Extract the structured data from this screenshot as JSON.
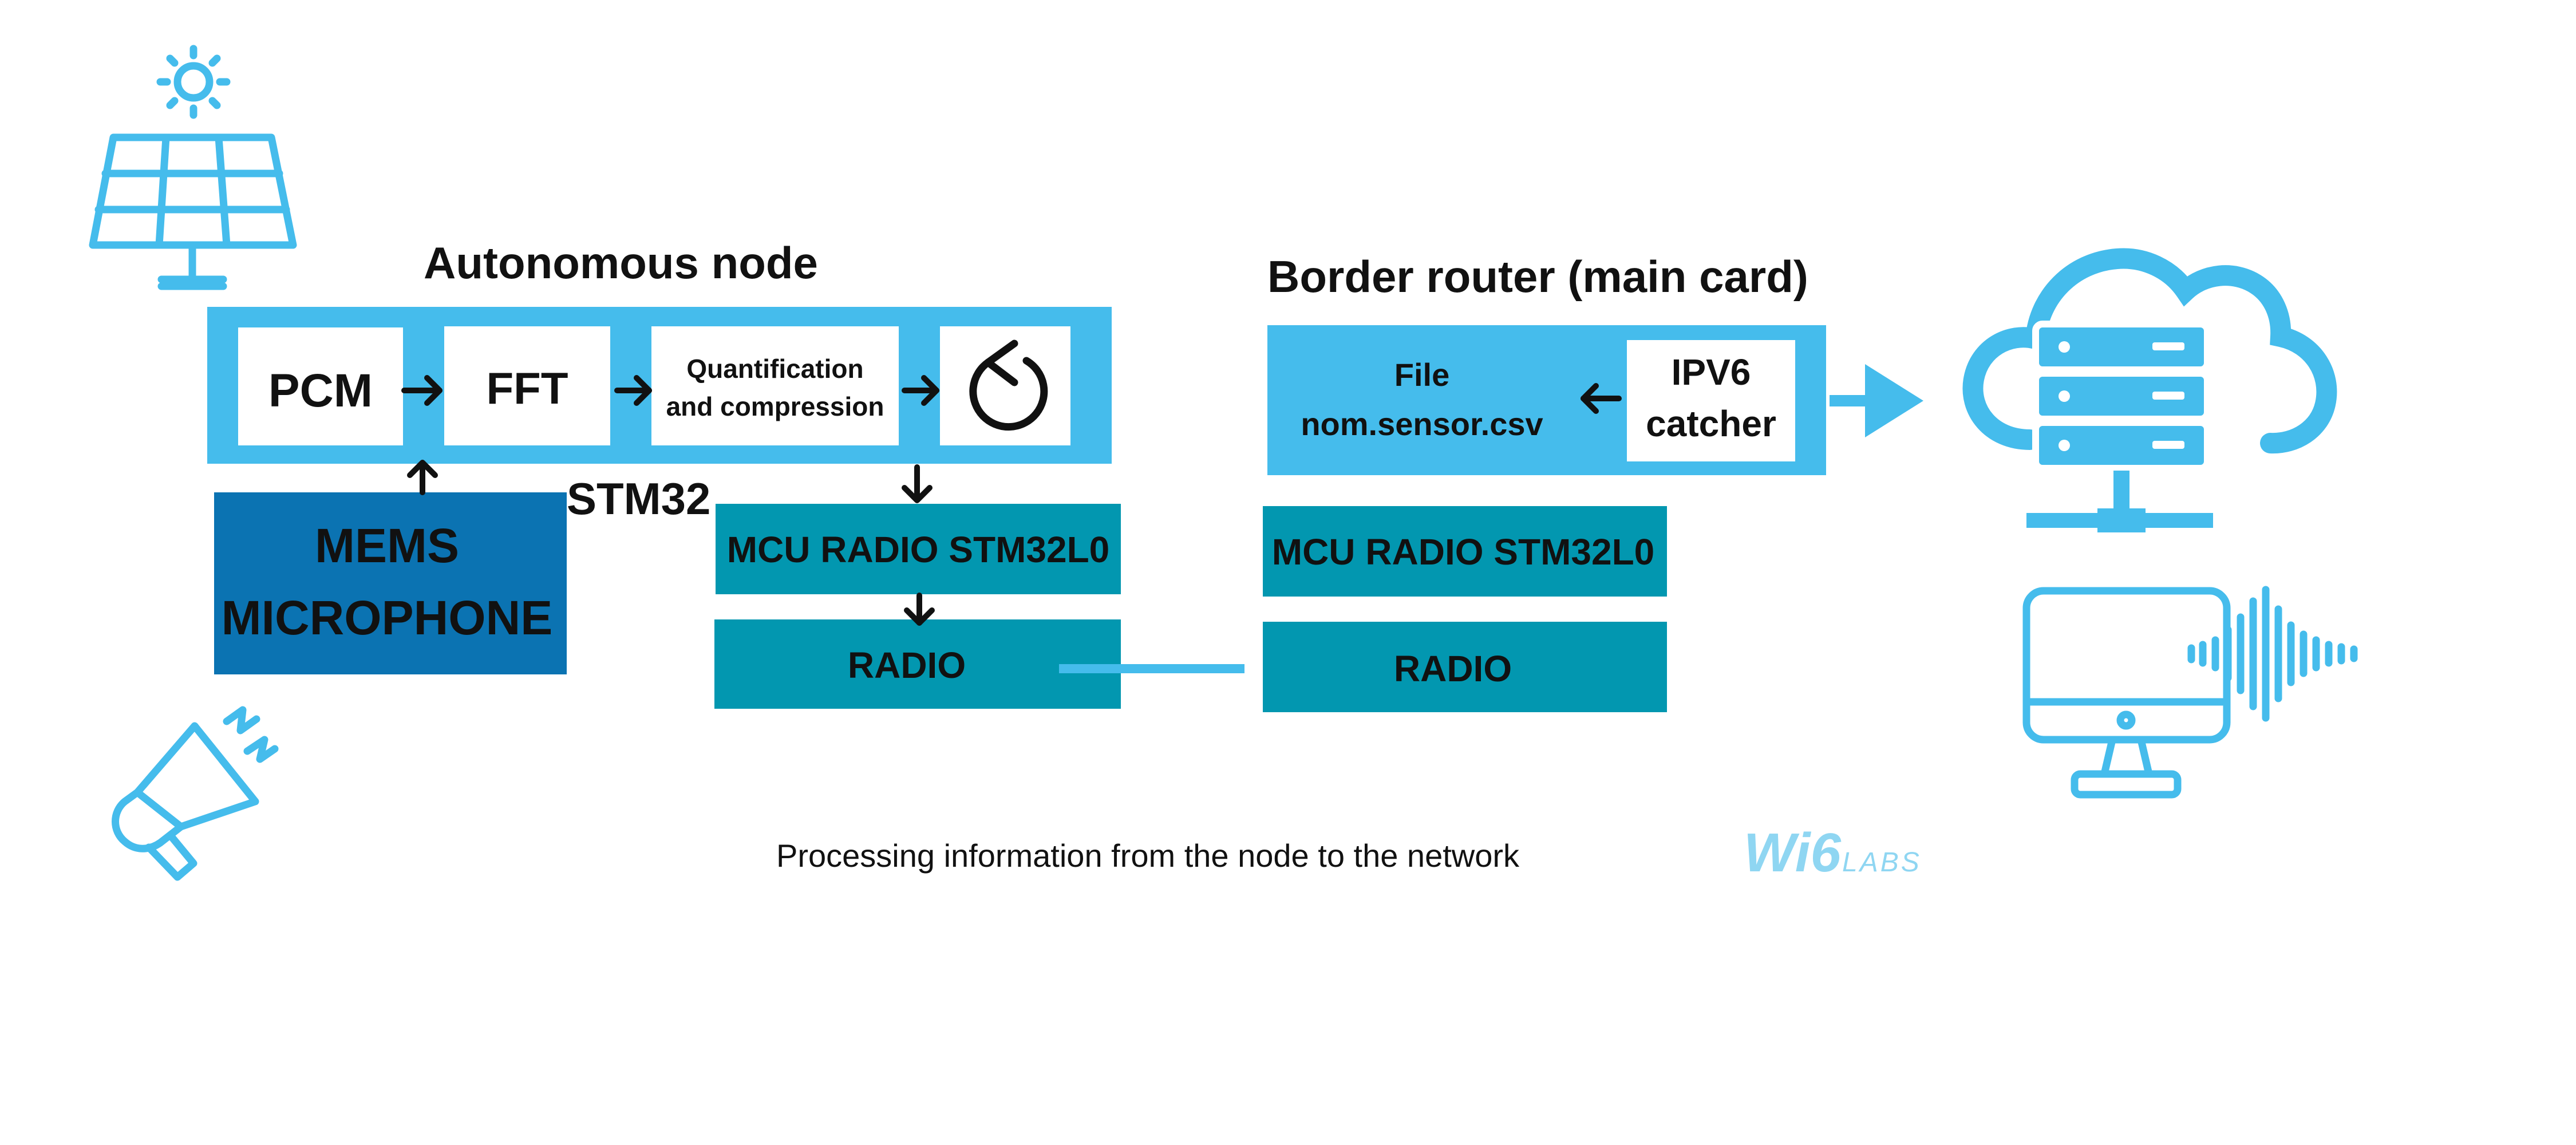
{
  "colors": {
    "light_blue": "#45BCEC",
    "dark_blue": "#0B73B2",
    "teal": "#0297B0",
    "black": "#111111",
    "white": "#ffffff",
    "logo": "#8FD6F2"
  },
  "icons": {
    "solar": "solar-panel-icon",
    "megaphone": "megaphone-icon",
    "cloud_server": "cloud-server-icon",
    "monitor_audio": "monitor-audio-wave-icon",
    "loop": "loop-arrow-icon"
  },
  "node": {
    "title": "Autonomous node",
    "pcm": "PCM",
    "fft": "FFT",
    "quant_line1": "Quantification",
    "quant_line2": "and compression",
    "stm32": "STM32",
    "mems_line1": "MEMS",
    "mems_line2": "MICROPHONE",
    "mcu_radio": "MCU RADIO STM32L0",
    "radio": "RADIO"
  },
  "router": {
    "title": "Border router (main card)",
    "file_line1": "File",
    "file_line2": "nom.sensor.csv",
    "ipv6_line1": "IPV6",
    "ipv6_line2": "catcher",
    "mcu_radio": "MCU RADIO STM32L0",
    "radio": "RADIO"
  },
  "caption": "Processing information from the node to the network",
  "logo": {
    "main": "Wi6",
    "sub": "LABS"
  }
}
